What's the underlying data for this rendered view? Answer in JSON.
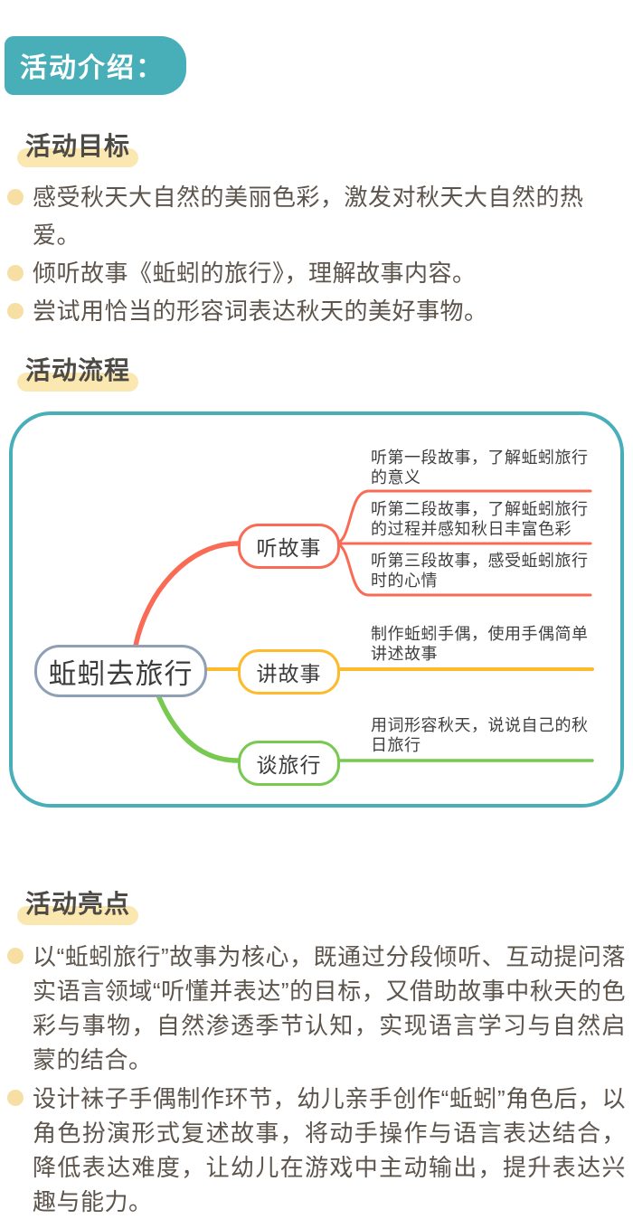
{
  "badge": {
    "label": "活动介绍："
  },
  "goals": {
    "title": "活动目标",
    "items": [
      "感受秋天大自然的美丽色彩，激发对秋天大自然的热爱。",
      "倾听故事《蚯蚓的旅行》，理解故事内容。",
      "尝试用恰当的形容词表达秋天的美好事物。"
    ]
  },
  "process": {
    "title": "活动流程",
    "mindmap": {
      "root": "蚯蚓去旅行",
      "branches": [
        {
          "label": "听故事",
          "color": "#f96b55",
          "children": [
            "听第一段故事，了解蚯蚓旅行的意义",
            "听第二段故事，了解蚯蚓旅行的过程并感知秋日丰富色彩",
            "听第三段故事，感受蚯蚓旅行时的心情"
          ]
        },
        {
          "label": "讲故事",
          "color": "#fcba2c",
          "children": [
            "制作蚯蚓手偶，使用手偶简单讲述故事"
          ]
        },
        {
          "label": "谈旅行",
          "color": "#77c94f",
          "children": [
            "用词形容秋天，说说自己的秋日旅行"
          ]
        }
      ]
    }
  },
  "highlights": {
    "title": "活动亮点",
    "items": [
      "以“蚯蚓旅行”故事为核心，既通过分段倾听、互动提问落实语言领域“听懂并表达”的目标，又借助故事中秋天的色彩与事物，自然渗透季节认知，实现语言学习与自然启蒙的结合。",
      "设计袜子手偶制作环节，幼儿亲手创作“蚯蚓”角色后，以角色扮演形式复述故事，将动手操作与语言表达结合，降低表达难度，让幼儿在游戏中主动输出，提升表达兴趣与能力。"
    ]
  },
  "colors": {
    "theme_teal": "#48afb9",
    "highlight_cream": "#fae8b0",
    "bullet_cream": "#f7dfa4",
    "branch_red": "#f96b55",
    "branch_yellow": "#fcba2c",
    "branch_green": "#77c94f",
    "root_border_gray": "#8f9fb5",
    "body_text": "#5d544c"
  }
}
